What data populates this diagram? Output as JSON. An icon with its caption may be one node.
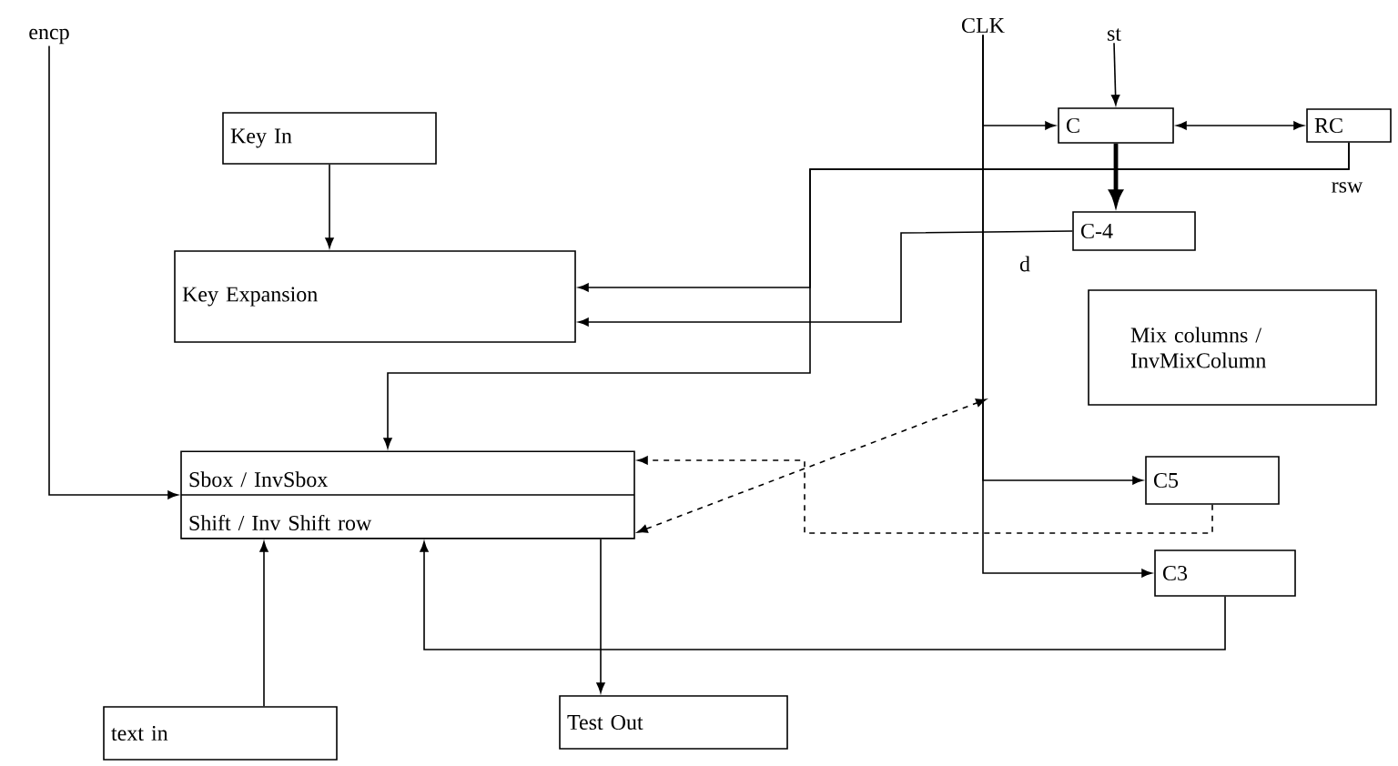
{
  "diagram": {
    "nodes": [
      {
        "text": [
          "encp"
        ]
      },
      {
        "text": [
          "CLK"
        ]
      },
      {
        "text": [
          "st"
        ]
      },
      {
        "text": [
          "Key In"
        ]
      },
      {
        "text": [
          "C"
        ]
      },
      {
        "text": [
          "RC"
        ]
      },
      {
        "text": [
          "C-4"
        ]
      },
      {
        "text": [
          "Key Expansion"
        ]
      },
      {
        "text": [
          "Mix columns / InvMixColumn"
        ]
      },
      {
        "text": [
          "Sbox / InvSbox",
          "Shift / Inv Shift row"
        ]
      },
      {
        "text": [
          "C5"
        ]
      },
      {
        "text": [
          "C3"
        ]
      },
      {
        "text": [
          "text in"
        ]
      },
      {
        "text": [
          "Test Out"
        ]
      }
    ],
    "edges": [
      {
        "from": 0,
        "to": 9,
        "arrow": "to"
      },
      {
        "from": 1,
        "to": 4,
        "arrow": "to"
      },
      {
        "from": 2,
        "to": 4,
        "arrow": "to"
      },
      {
        "from": 4,
        "to": 5,
        "arrow": "both"
      },
      {
        "from": 4,
        "to": 6,
        "arrow": "to",
        "style": "thick"
      },
      {
        "from": 3,
        "to": 7,
        "arrow": "to"
      },
      {
        "from": 5,
        "to": 7,
        "arrow": "to",
        "label": "rsw"
      },
      {
        "from": 5,
        "to": 9,
        "arrow": "to"
      },
      {
        "from": 6,
        "to": 7,
        "arrow": "to",
        "label": "d"
      },
      {
        "from": 9,
        "to": null,
        "arrow": "both",
        "style": "dashed"
      },
      {
        "from": 1,
        "to": 10,
        "arrow": "to"
      },
      {
        "from": 1,
        "to": 11,
        "arrow": "to"
      },
      {
        "from": 10,
        "to": 9,
        "arrow": "to",
        "style": "dashed"
      },
      {
        "from": 11,
        "to": 9,
        "arrow": "to"
      },
      {
        "from": 9,
        "to": 13,
        "arrow": "to"
      },
      {
        "from": 12,
        "to": 9,
        "arrow": "to"
      }
    ]
  }
}
